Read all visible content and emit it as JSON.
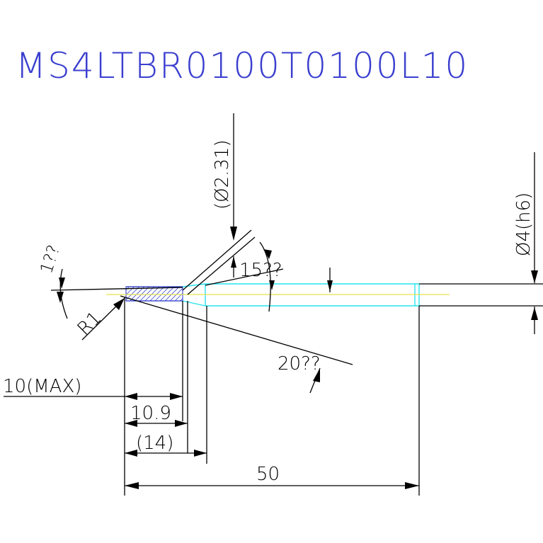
{
  "title": "MS4LTBR0100T0100L10",
  "colors": {
    "title": "#3a3fcf",
    "line": "#000000",
    "body": "#27e3ee",
    "centerline": "#e8e04a",
    "hatch": "#2030c8"
  },
  "dimensions": {
    "neck_diameter": "(Ø2.31)",
    "shank_diameter": "Ø4(h6)",
    "taper_angle": "15??",
    "side_angle": "20??",
    "end_angle": "1??",
    "radius": "R1",
    "max_length": "10(MAX)",
    "effective_length": "10.9",
    "neck_length": "(14)",
    "overall_length": "50"
  }
}
